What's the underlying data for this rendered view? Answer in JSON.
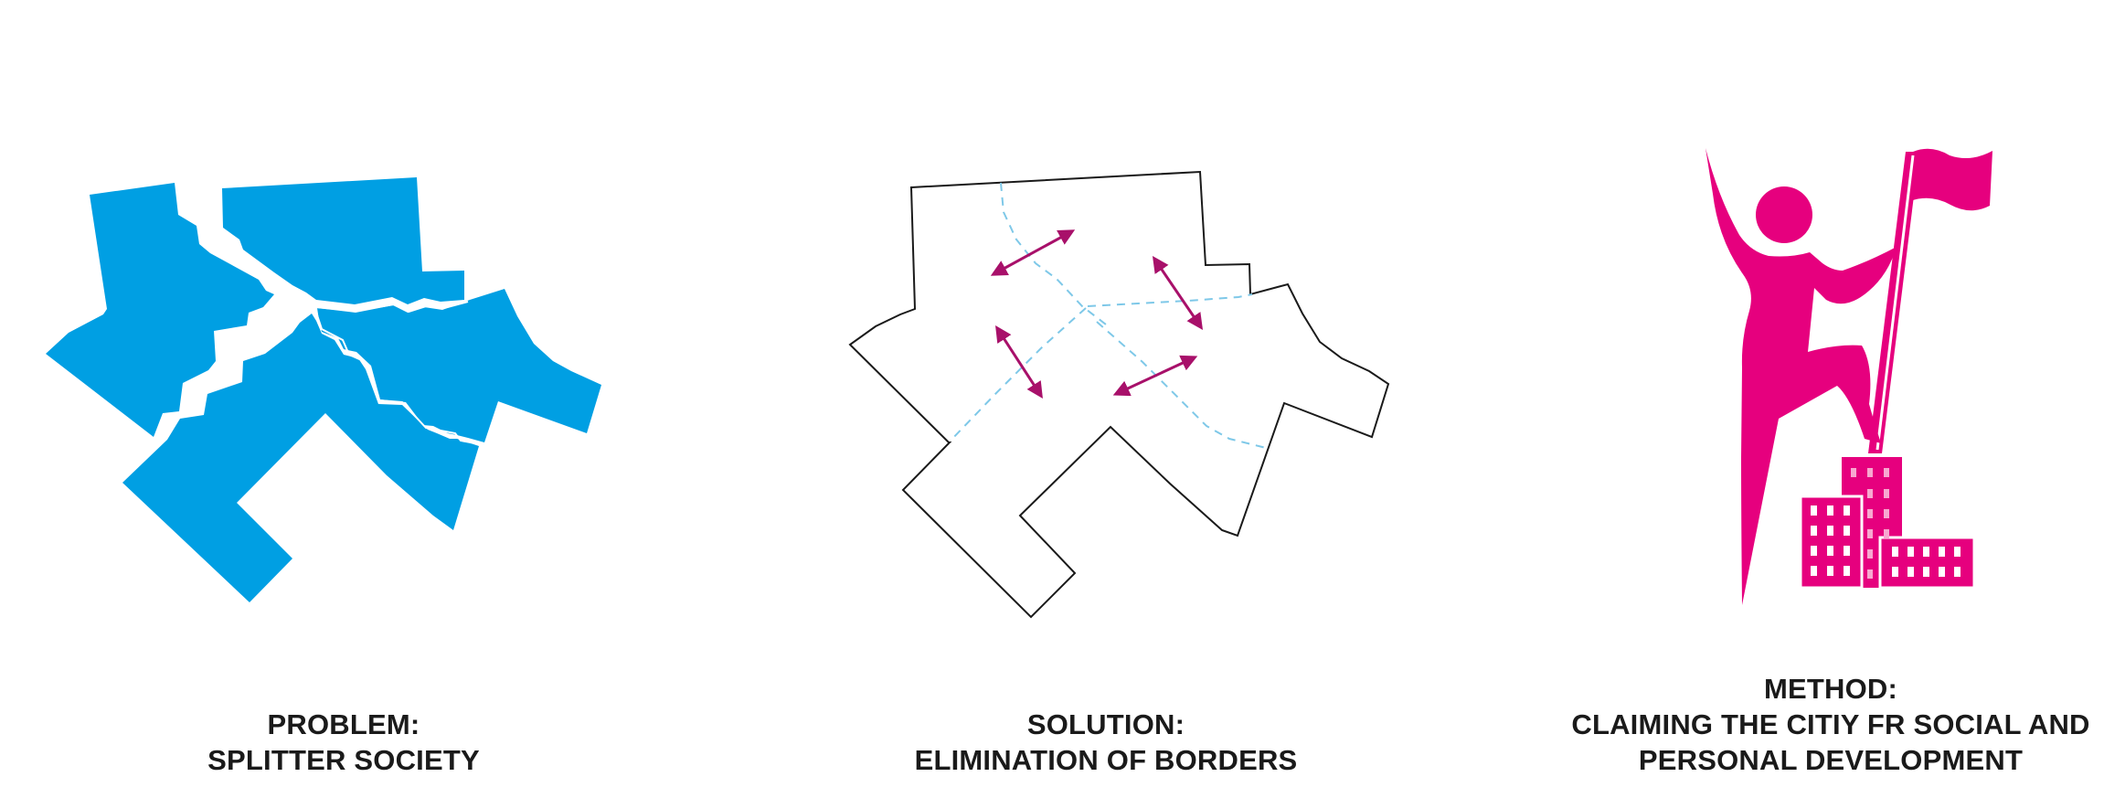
{
  "panels": [
    {
      "id": "problem",
      "title_line1": "PROBLEM:",
      "title_line2": "SPLITTER SOCIETY",
      "icon": "fragmented-map-icon"
    },
    {
      "id": "solution",
      "title_line1": "SOLUTION:",
      "title_line2": "ELIMINATION OF BORDERS",
      "icon": "unified-map-icon"
    },
    {
      "id": "method",
      "title_line1": "METHOD:",
      "title_line2": "CLAIMING THE CITIY FR SOCIAL AND",
      "title_line3": "PERSONAL DEVELOPMENT",
      "icon": "person-with-flag-icon"
    }
  ],
  "colors": {
    "problem_fill": "#009FE3",
    "solution_outline": "#1a1a1a",
    "solution_dash": "#7EC8E8",
    "arrow": "#A8106A",
    "method_fill": "#E6007E",
    "text": "#1a1a1a"
  }
}
